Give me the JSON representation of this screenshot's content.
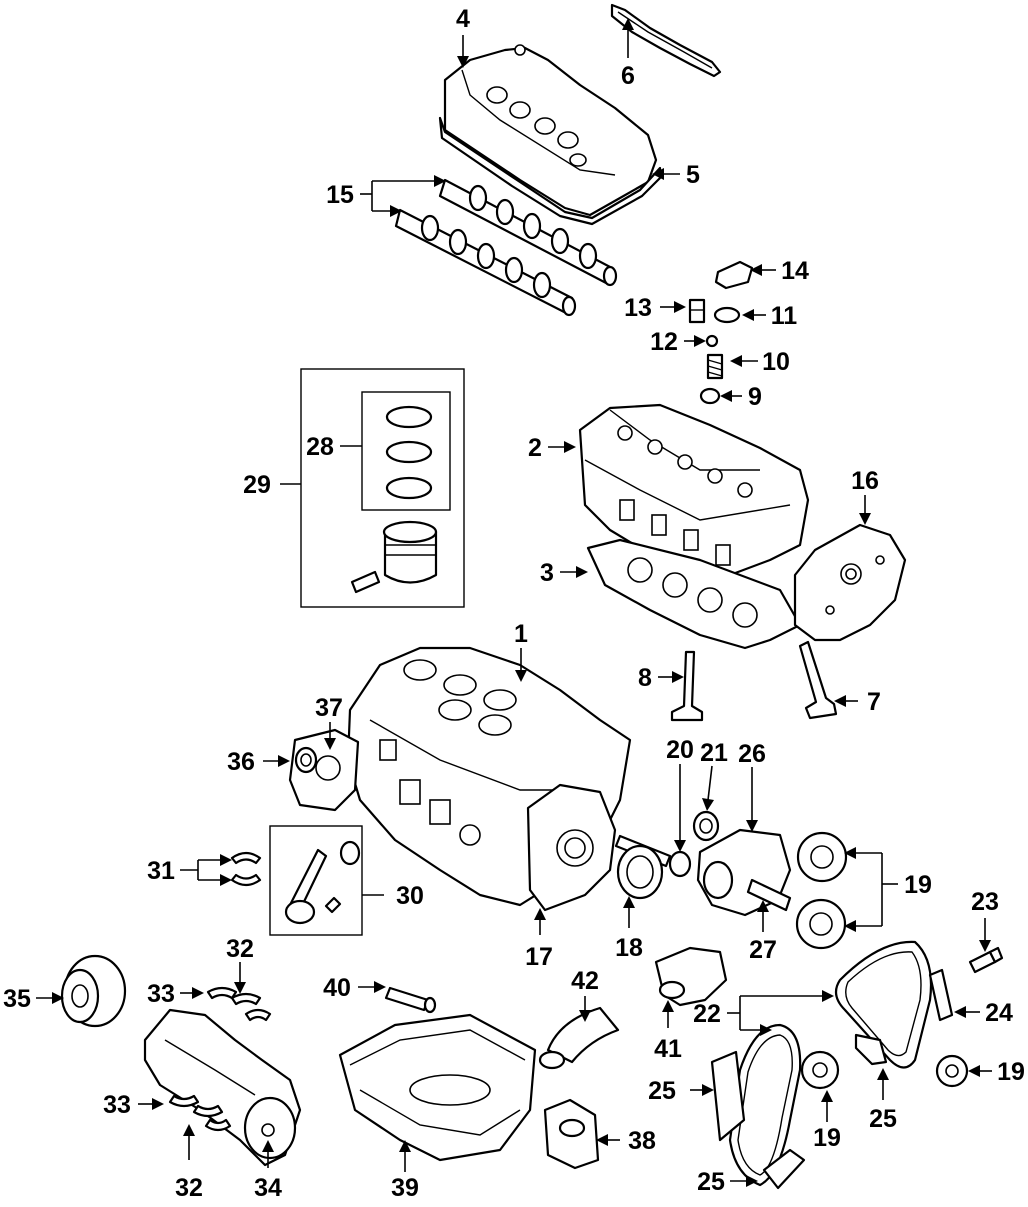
{
  "diagram": {
    "ink_color": "#000000",
    "background_color": "#ffffff",
    "callouts": [
      {
        "id": "c4",
        "label": "4"
      },
      {
        "id": "c6",
        "label": "6"
      },
      {
        "id": "c5",
        "label": "5"
      },
      {
        "id": "c15",
        "label": "15"
      },
      {
        "id": "c14",
        "label": "14"
      },
      {
        "id": "c13",
        "label": "13"
      },
      {
        "id": "c11",
        "label": "11"
      },
      {
        "id": "c12",
        "label": "12"
      },
      {
        "id": "c10",
        "label": "10"
      },
      {
        "id": "c9",
        "label": "9"
      },
      {
        "id": "c28",
        "label": "28"
      },
      {
        "id": "c29",
        "label": "29"
      },
      {
        "id": "c2",
        "label": "2"
      },
      {
        "id": "c16",
        "label": "16"
      },
      {
        "id": "c3",
        "label": "3"
      },
      {
        "id": "c1",
        "label": "1"
      },
      {
        "id": "c8",
        "label": "8"
      },
      {
        "id": "c7",
        "label": "7"
      },
      {
        "id": "c37",
        "label": "37"
      },
      {
        "id": "c36",
        "label": "36"
      },
      {
        "id": "c20",
        "label": "20"
      },
      {
        "id": "c21",
        "label": "21"
      },
      {
        "id": "c26",
        "label": "26"
      },
      {
        "id": "c31",
        "label": "31"
      },
      {
        "id": "c30",
        "label": "30"
      },
      {
        "id": "c19a",
        "label": "19"
      },
      {
        "id": "c17",
        "label": "17"
      },
      {
        "id": "c18",
        "label": "18"
      },
      {
        "id": "c27",
        "label": "27"
      },
      {
        "id": "c23",
        "label": "23"
      },
      {
        "id": "c32a",
        "label": "32"
      },
      {
        "id": "c35",
        "label": "35"
      },
      {
        "id": "c33a",
        "label": "33"
      },
      {
        "id": "c40",
        "label": "40"
      },
      {
        "id": "c42",
        "label": "42"
      },
      {
        "id": "c22",
        "label": "22"
      },
      {
        "id": "c24",
        "label": "24"
      },
      {
        "id": "c41",
        "label": "41"
      },
      {
        "id": "c19b",
        "label": "19"
      },
      {
        "id": "c33b",
        "label": "33"
      },
      {
        "id": "c25a",
        "label": "25"
      },
      {
        "id": "c25b",
        "label": "25"
      },
      {
        "id": "c19c",
        "label": "19"
      },
      {
        "id": "c38",
        "label": "38"
      },
      {
        "id": "c32b",
        "label": "32"
      },
      {
        "id": "c34",
        "label": "34"
      },
      {
        "id": "c39",
        "label": "39"
      },
      {
        "id": "c25c",
        "label": "25"
      }
    ]
  }
}
